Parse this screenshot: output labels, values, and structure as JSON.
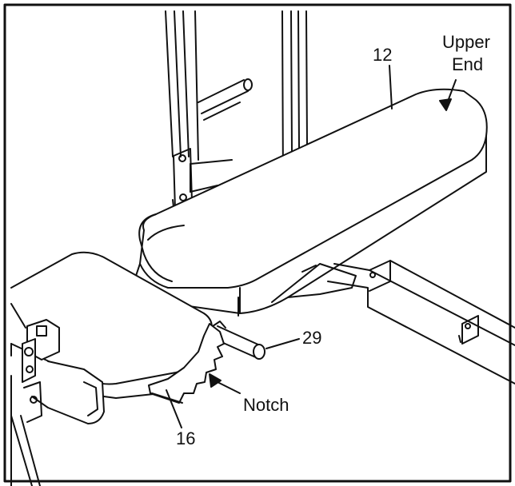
{
  "diagram": {
    "labels": {
      "part_12": "12",
      "upper": "Upper",
      "end": "End",
      "part_29": "29",
      "notch": "Notch",
      "part_16": "16"
    }
  }
}
